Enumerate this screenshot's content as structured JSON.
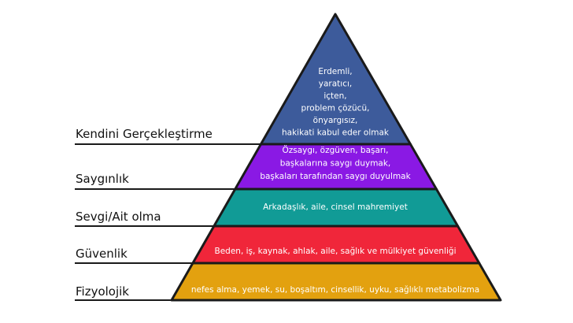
{
  "title": "Maslow ihtiyaçlar hiyerarşisi",
  "levels": [
    {
      "label": "Kendini Gerçekleştirme",
      "color": "#3d5b9b",
      "lines": [
        "Erdemli,",
        "yaratıcı,",
        "içten,",
        "problem çözücü,",
        "önyargısız,",
        "hakikati kabul eder olmak"
      ]
    },
    {
      "label": "Saygınlık",
      "color": "#8a19e4",
      "lines": [
        "Özsaygı, özgüven, başarı,",
        "başkalarına saygı duymak,",
        "başkaları tarafından saygı duyulmak"
      ]
    },
    {
      "label": "Sevgi/Ait olma",
      "color": "#119b96",
      "lines": [
        "Arkadaşlık, aile, cinsel mahremiyet"
      ]
    },
    {
      "label": "Güvenlik",
      "color": "#f0263a",
      "lines": [
        "Beden, iş, kaynak, ahlak, aile, sağlık ve mülkiyet güvenliği"
      ]
    },
    {
      "label": "Fizyolojik",
      "color": "#e3a10f",
      "lines": [
        "nefes alma, yemek, su, boşaltım, cinsellik, uyku, sağlıklı metabolizma"
      ]
    }
  ]
}
